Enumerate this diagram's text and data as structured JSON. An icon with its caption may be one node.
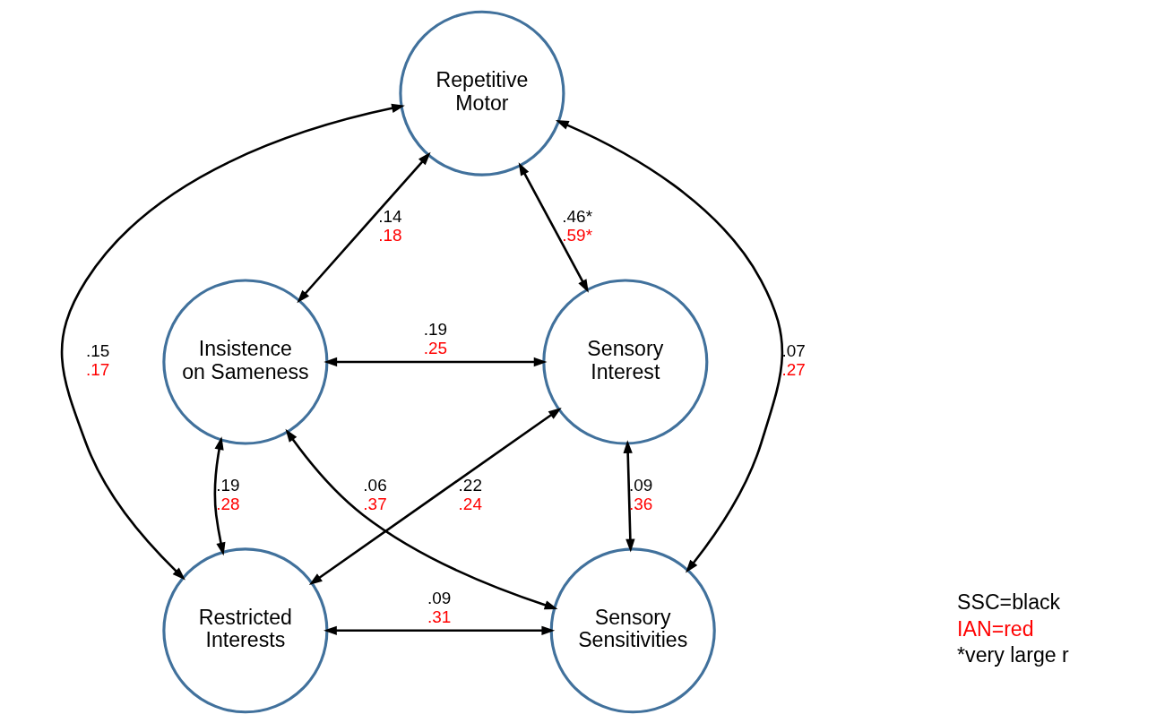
{
  "diagram": {
    "nodes": [
      {
        "text": [
          "Repetitive Motor"
        ]
      },
      {
        "text": [
          "Insistence on Sameness"
        ]
      },
      {
        "text": [
          "Sensory Interest"
        ]
      },
      {
        "text": [
          "Restricted Interests"
        ]
      },
      {
        "text": [
          "Sensory Sensitivities"
        ]
      }
    ],
    "edges": [
      {
        "from": 0,
        "to": 1,
        "arrow": "both",
        "label": [
          ".14",
          ".18"
        ]
      },
      {
        "from": 0,
        "to": 2,
        "arrow": "both",
        "label": [
          ".46*",
          ".59*"
        ]
      },
      {
        "from": 0,
        "to": 3,
        "arrow": "both",
        "label": [
          ".15",
          ".17"
        ]
      },
      {
        "from": 0,
        "to": 4,
        "arrow": "both",
        "label": [
          ".07",
          ".27"
        ]
      },
      {
        "from": 1,
        "to": 2,
        "arrow": "both",
        "label": [
          ".19",
          ".25"
        ]
      },
      {
        "from": 1,
        "to": 3,
        "arrow": "both",
        "label": [
          ".19",
          ".28"
        ]
      },
      {
        "from": 1,
        "to": 4,
        "arrow": "both",
        "label": [
          ".06",
          ".37"
        ]
      },
      {
        "from": 2,
        "to": 3,
        "arrow": "both",
        "label": [
          ".22",
          ".24"
        ]
      },
      {
        "from": 2,
        "to": 4,
        "arrow": "both",
        "label": [
          ".09",
          ".36"
        ]
      },
      {
        "from": 3,
        "to": 4,
        "arrow": "both",
        "label": [
          ".09",
          ".31"
        ]
      }
    ],
    "legend": [
      {
        "text": "SSC=black",
        "color": "#000000"
      },
      {
        "text": "IAN=red",
        "color": "#ff0000"
      },
      {
        "text": "*very large r"
      }
    ]
  }
}
